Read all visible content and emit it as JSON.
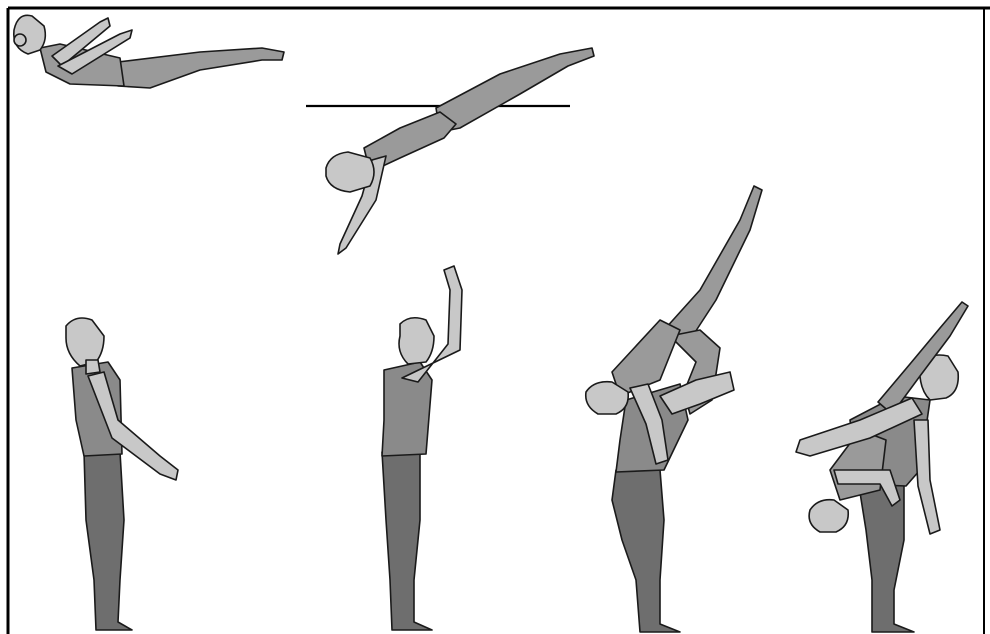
{
  "figure": {
    "colors": {
      "background": "#ffffff",
      "frame": "#000000",
      "skin": "#c8c8c8",
      "flyer_suit": "#9a9a9a",
      "base_shirt": "#8a8a8a",
      "base_pants": "#6e6e6e",
      "outline": "#1a1a1a"
    },
    "panels": [
      {
        "name": "base-standing-arms-down"
      },
      {
        "name": "base-one-arm-raised"
      },
      {
        "name": "base-catching-flyer"
      },
      {
        "name": "base-flyer-rolling-over"
      },
      {
        "name": "flyer-horizontal-flight"
      },
      {
        "name": "flyer-diving-descent"
      }
    ],
    "reference_line": {
      "name": "horizontal-reference-line"
    }
  }
}
